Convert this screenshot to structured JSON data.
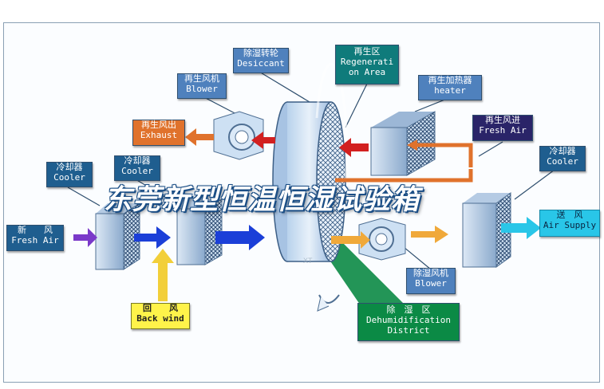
{
  "labels": {
    "desiccant": {
      "cn": "除湿转轮",
      "en": "Desiccant"
    },
    "regen_area": {
      "cn": "再生区",
      "en1": "Regenerati",
      "en2": "on Area"
    },
    "regen_blower": {
      "cn": "再生风机",
      "en": "Blower"
    },
    "regen_heater": {
      "cn": "再生加热器",
      "en": "heater"
    },
    "exhaust": {
      "cn": "再生风出",
      "en": "Exhaust"
    },
    "regen_fresh_air": {
      "cn": "再生风进",
      "en": "Fresh Air"
    },
    "cooler_left": {
      "cn": "冷却器",
      "en": "Cooler"
    },
    "cooler_mid": {
      "cn": "冷却器",
      "en": "Cooler"
    },
    "cooler_right": {
      "cn": "冷却器",
      "en": "Cooler"
    },
    "fresh_air": {
      "cn": "新　　风",
      "en": "Fresh Air"
    },
    "air_supply": {
      "cn": "送　风",
      "en": "Air Supply"
    },
    "dehum_blower": {
      "cn": "除湿风机",
      "en": "Blower"
    },
    "back_wind": {
      "cn": "回　　风",
      "en": "Back wind"
    },
    "dehum_district": {
      "cn": "除　湿　区",
      "en1": "Dehumidification",
      "en2": "District"
    }
  },
  "watermark": "东莞新型恒温恒湿试验箱",
  "colors": {
    "blue_label": "#4f81bd",
    "orange_arrow": "#e0722c",
    "red_arrow": "#d22020",
    "blue_arrow": "#1b3fd8",
    "yellow_arrow": "#f2cf3a",
    "purple_arrow": "#7a39c9",
    "cyan_arrow": "#29c6e8",
    "green_callout": "#0b8a45"
  }
}
